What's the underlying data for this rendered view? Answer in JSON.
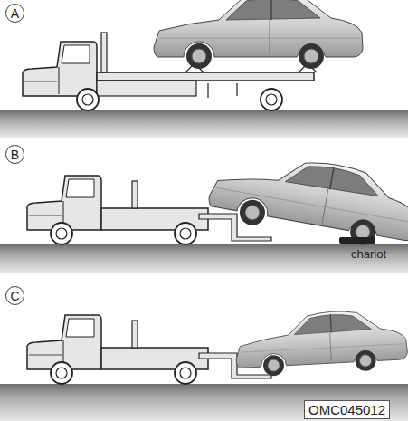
{
  "diagram": {
    "nodes": [
      {
        "text": [
          "A"
        ]
      },
      {
        "text": [
          "B"
        ]
      },
      {
        "text": [
          "C"
        ]
      }
    ],
    "labels": [
      "chariot",
      "OMC045012"
    ]
  }
}
